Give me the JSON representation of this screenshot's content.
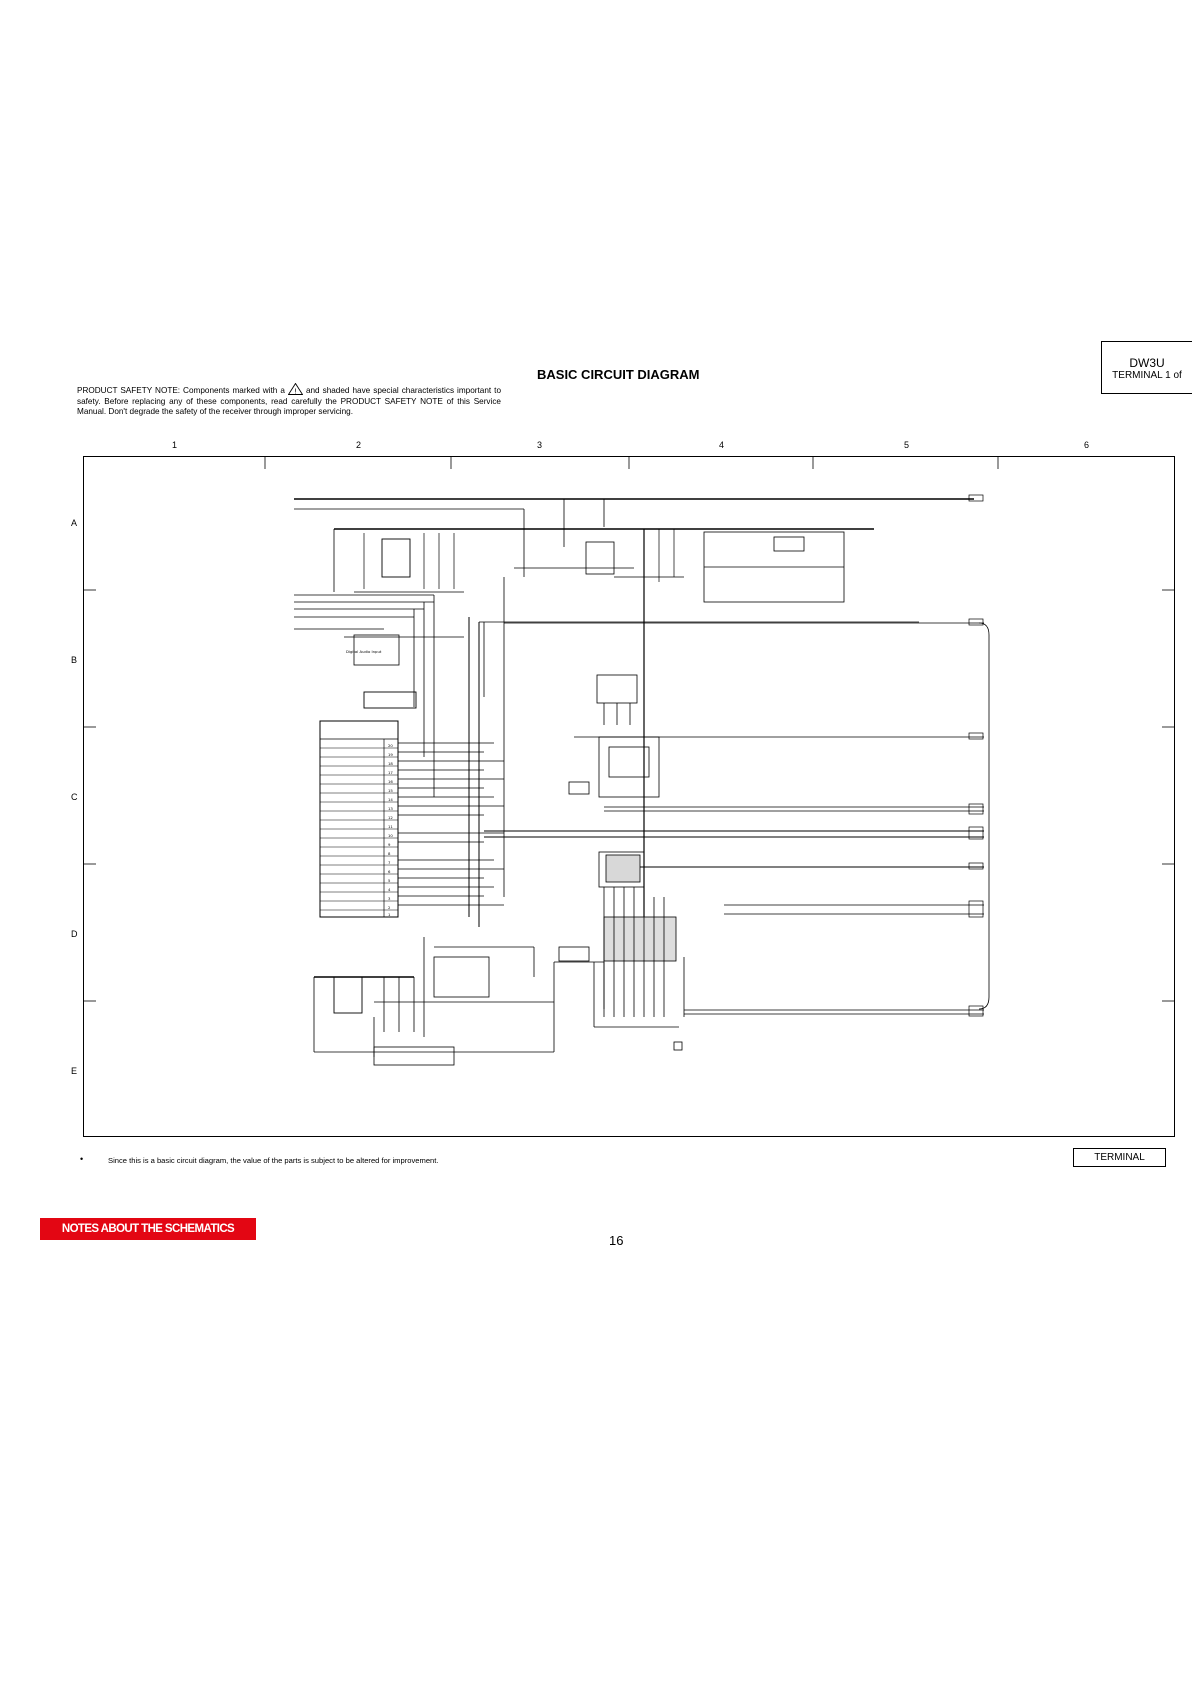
{
  "header": {
    "model_code": "DW3U",
    "sheet_label": "TERMINAL 1 of",
    "title": "BASIC CIRCUIT DIAGRAM"
  },
  "safety_note": {
    "before_icon": "PRODUCT SAFETY NOTE: Components marked with a",
    "after_icon": "and shaded have special characteristics important to safety. Before replacing any of these components, read carefully the PRODUCT SAFETY NOTE of this Service Manual. Don't degrade the safety of the receiver through improper servicing.",
    "icon": "warning-triangle-icon"
  },
  "grid": {
    "columns": [
      "1",
      "2",
      "3",
      "4",
      "5",
      "6"
    ],
    "rows": [
      "A",
      "B",
      "C",
      "D",
      "E"
    ]
  },
  "schematic": {
    "box_label": "Digital Audio Input",
    "connector_pins": [
      "20",
      "19",
      "18",
      "17",
      "16",
      "15",
      "14",
      "13",
      "12",
      "11",
      "10",
      "9",
      "8",
      "7",
      "6",
      "5",
      "4",
      "3",
      "2",
      "1"
    ]
  },
  "footer": {
    "bullet": "•",
    "note": "Since this is a basic circuit diagram, the value of the parts is subject to be altered for improvement.",
    "terminal_label": "TERMINAL",
    "notes_button": "NOTES ABOUT THE SCHEMATICS",
    "page_number": "16"
  },
  "colors": {
    "notes_button_bg": "#e30613",
    "line": "#000000"
  }
}
